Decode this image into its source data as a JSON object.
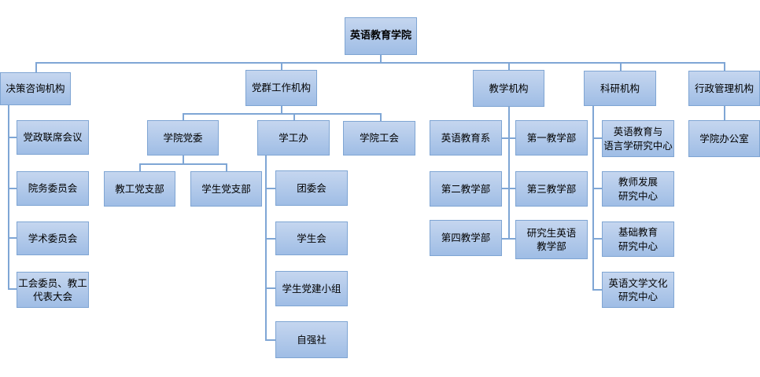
{
  "diagram": {
    "type": "org-chart",
    "root": {
      "label": "英语教育学院"
    },
    "branches": [
      {
        "label": "决策咨询机构",
        "children": [
          {
            "label": "党政联席会议"
          },
          {
            "label": "院务委员会"
          },
          {
            "label": "学术委员会"
          },
          {
            "label": "工会委员、教工\n代表大会"
          }
        ]
      },
      {
        "label": "党群工作机构",
        "children": [
          {
            "label": "学院党委",
            "children": [
              {
                "label": "教工党支部"
              },
              {
                "label": "学生党支部"
              }
            ]
          },
          {
            "label": "学工办",
            "children": [
              {
                "label": "团委会"
              },
              {
                "label": "学生会"
              },
              {
                "label": "学生党建小组"
              },
              {
                "label": "自强社"
              }
            ]
          },
          {
            "label": "学院工会"
          }
        ]
      },
      {
        "label": "教学机构",
        "children": [
          {
            "label": "英语教育系"
          },
          {
            "label": "第一教学部"
          },
          {
            "label": "第二教学部"
          },
          {
            "label": "第三教学部"
          },
          {
            "label": "第四教学部"
          },
          {
            "label": "研究生英语\n教学部"
          }
        ]
      },
      {
        "label": "科研机构",
        "children": [
          {
            "label": "英语教育与\n语言学研究中心"
          },
          {
            "label": "教师发展\n研究中心"
          },
          {
            "label": "基础教育\n研究中心"
          },
          {
            "label": "英语文学文化\n研究中心"
          }
        ]
      },
      {
        "label": "行政管理机构",
        "children": [
          {
            "label": "学院办公室"
          }
        ]
      }
    ],
    "colors": {
      "box_fill_top": "#c5d6ef",
      "box_fill_bottom": "#9fbde5",
      "box_border": "#7fa5d3",
      "connector": "#7fa6d5",
      "text": "#000000"
    }
  }
}
